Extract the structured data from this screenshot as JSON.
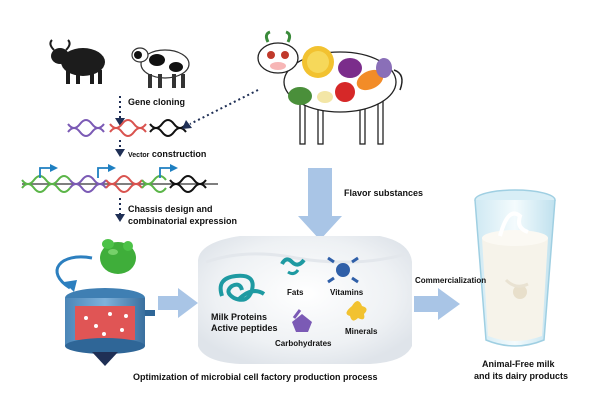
{
  "steps": {
    "gene_cloning": "Gene cloning",
    "vector_prefix": "Vector",
    "vector_construction": "construction",
    "chassis_line1": "Chassis design and",
    "chassis_line2": "combinatorial expression"
  },
  "flavor": "Flavor substances",
  "bowl": {
    "milk_proteins": "Milk Proteins",
    "active_peptides": "Active peptides",
    "fats": "Fats",
    "vitamins": "Vitamins",
    "minerals": "Minerals",
    "carbohydrates": "Carbohydrates"
  },
  "commercialization": "Commercialization",
  "optimization": "Optimization of microbial cell factory production process",
  "product_line1": "Animal-Free milk",
  "product_line2": "and its dairy products",
  "colors": {
    "arrow_blue": "#a9c5e6",
    "teal": "#1e9aa2",
    "purple": "#7b5ab5",
    "gold": "#f2c230",
    "green_cell": "#3fae3a",
    "tank_red": "#e05555"
  }
}
